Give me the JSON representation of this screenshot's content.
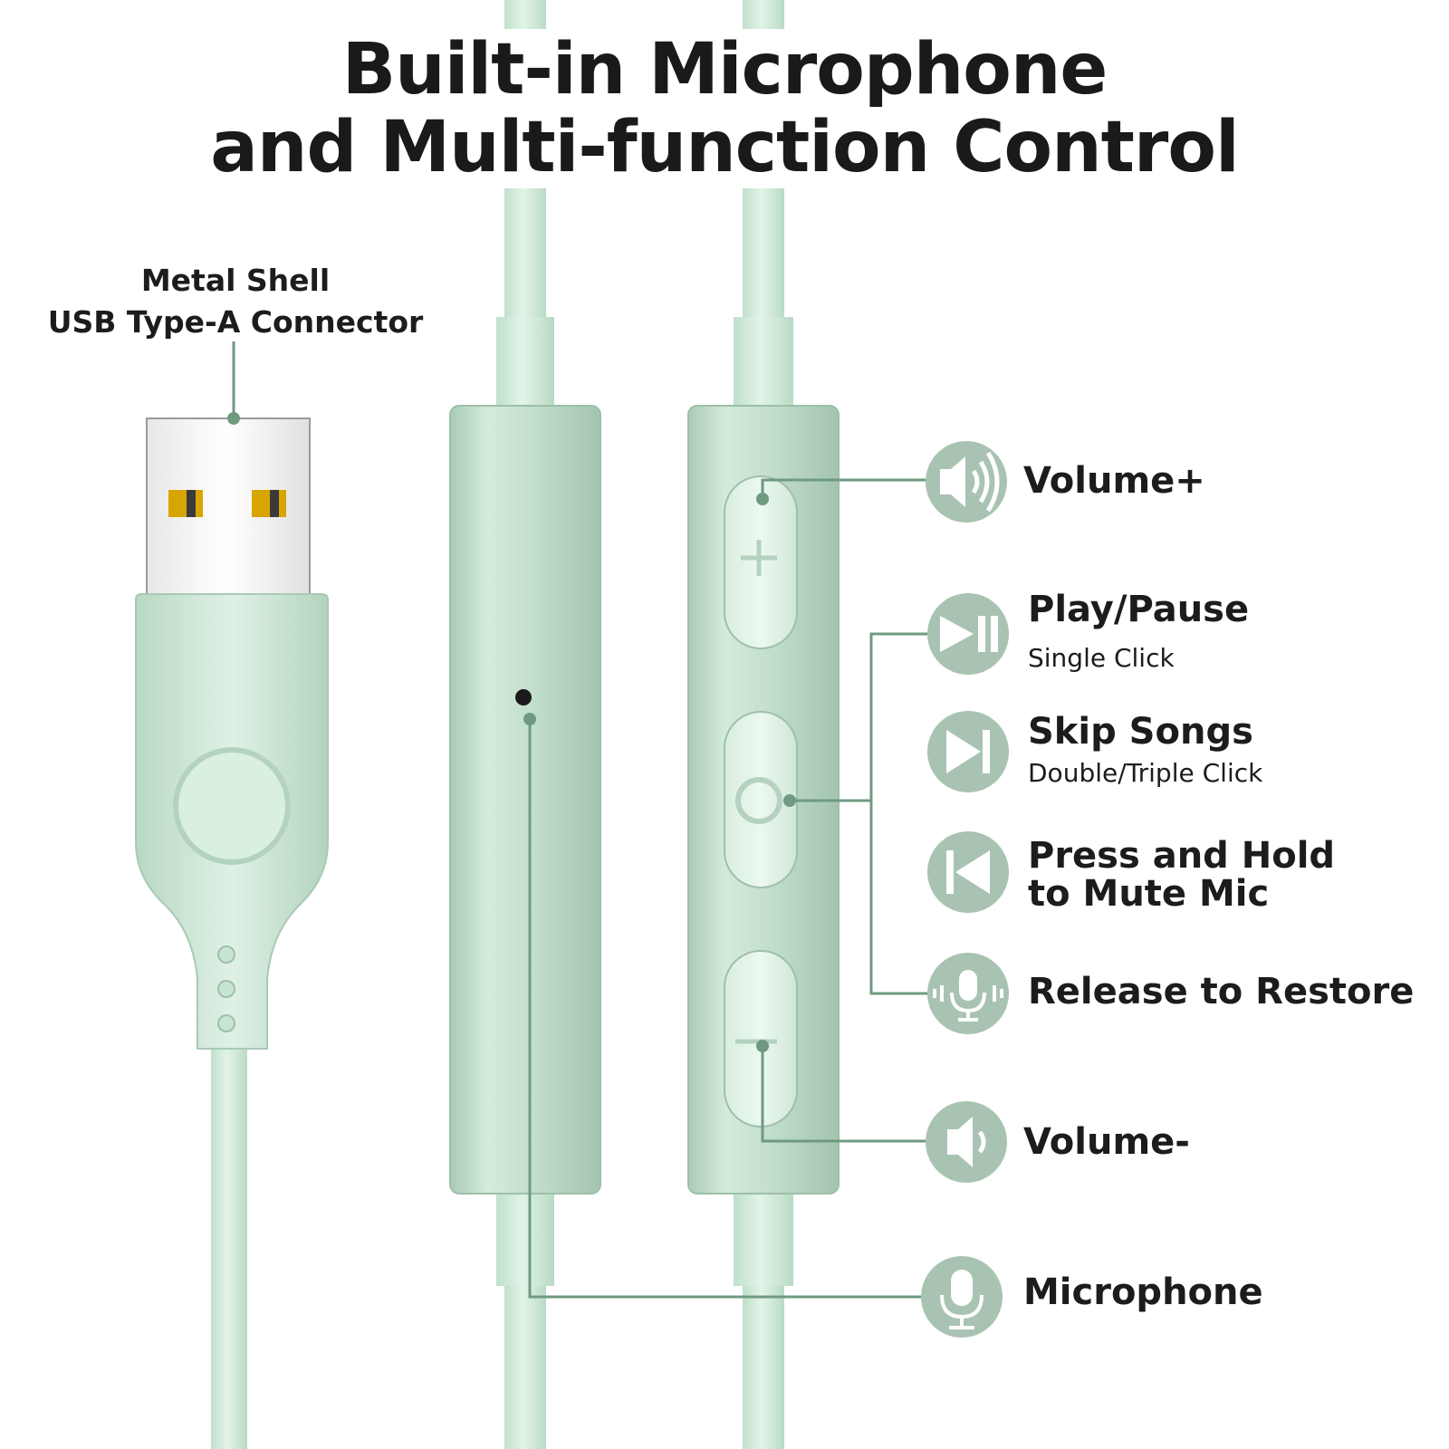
{
  "title": {
    "line1": "Built-in Microphone",
    "line2": "and Multi-function Control"
  },
  "usb_label": {
    "line1": "Metal Shell",
    "line2": "USB Type-A Connector"
  },
  "controls": {
    "volume_up": "Volume+",
    "play_pause": "Play/Pause",
    "play_pause_sub": "Single Click",
    "skip": "Skip Songs",
    "skip_sub": "Double/Triple Click",
    "mute_line1": "Press and Hold",
    "mute_line2": "to Mute Mic",
    "restore": "Release to Restore",
    "volume_down": "Volume-",
    "microphone": "Microphone"
  },
  "icons": {
    "volume_up": "speaker-loud-icon",
    "play_pause": "play-pause-icon",
    "skip": "skip-forward-icon",
    "mute": "skip-back-icon",
    "restore": "microphone-wave-icon",
    "volume_down": "speaker-low-icon",
    "microphone": "microphone-icon"
  },
  "colors": {
    "mint": "#cfe8d8",
    "mint_dark": "#a9c9b6",
    "icon_bg": "#a9c3b2",
    "leader_line": "#6f9a80",
    "text": "#1c1c1c"
  }
}
